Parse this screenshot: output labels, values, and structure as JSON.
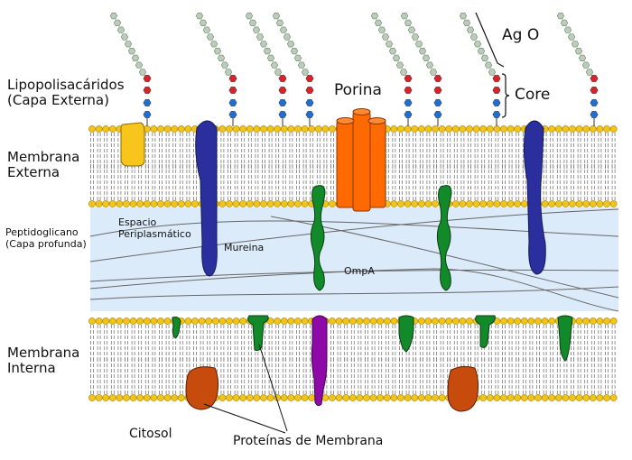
{
  "labels": {
    "lps_line1": "Lipopolisacáridos",
    "lps_line2": "(Capa Externa)",
    "ag_o": "Ag O",
    "core": "Core",
    "porina": "Porina",
    "membrana_externa_1": "Membrana",
    "membrana_externa_2": "Externa",
    "peptidoglicano_1": "Peptidoglicano",
    "peptidoglicano_2": "(Capa profunda)",
    "espacio_1": "Espacio",
    "espacio_2": "Periplasmático",
    "mureina": "Mureina",
    "ompa": "OmpA",
    "membrana_interna_1": "Membrana",
    "membrana_interna_2": "Interna",
    "citosol": "Citosol",
    "proteinas": "Proteínas de Membrana"
  },
  "colors": {
    "lipid_head": "#f2c318",
    "lipid_head_stroke": "#a38406",
    "lipid_tail": "#7a7a7a",
    "periplasm": "#dcebf9",
    "sugar_chain": "#b9cdb9",
    "sugar_red": "#d8232a",
    "sugar_blue": "#1f6fd1",
    "yellow_protein": "#f7c51c",
    "blue_protein": "#2b2f9e",
    "porin": "#ff6a00",
    "green_protein": "#138a2a",
    "purple_protein": "#8e0aa8",
    "brown_protein": "#c64b0c"
  }
}
